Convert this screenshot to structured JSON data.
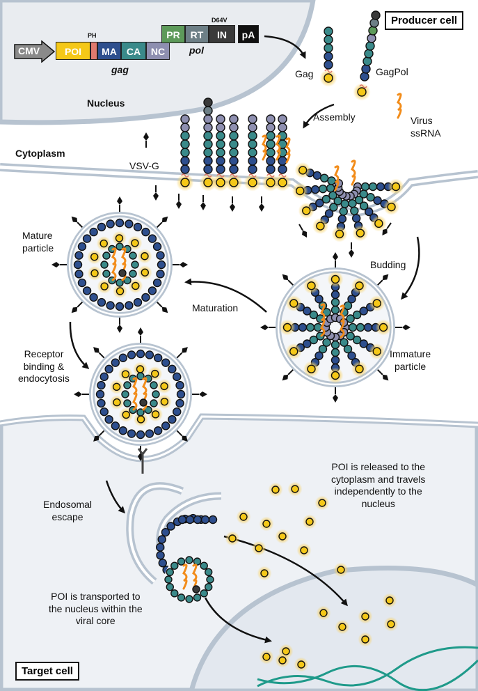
{
  "title_boxes": {
    "producer": "Producer cell",
    "target": "Target cell"
  },
  "construct": {
    "segments": {
      "cmv": "CMV",
      "poi": "POI",
      "ma": "MA",
      "ca": "CA",
      "nc": "NC",
      "pr": "PR",
      "rt": "RT",
      "in": "IN",
      "pa": "pA"
    },
    "ph_label": "PH",
    "mutation_label": "D64V",
    "gag_label": "gag",
    "pol_label": "pol"
  },
  "colors": {
    "poi": "#f5c818",
    "ma": "#2e4f8e",
    "ca": "#3a8a8a",
    "nc": "#8e8fb0",
    "pr": "#5d9a5a",
    "rt": "#6d7f86",
    "in": "#3a3a3a",
    "pa": "#111111",
    "cmv": "#8a8a8a",
    "ph": "#e07a6e",
    "rna": "#f28c1a",
    "membrane": "#b7c3d0",
    "cell_fill": "#eef1f5",
    "dna": "#1f9a8a"
  },
  "labels": {
    "nucleus": "Nucleus",
    "cytoplasm": "Cytoplasm",
    "gag": "Gag",
    "gagpol": "GagPol",
    "assembly": "Assembly",
    "virus_ssrna": "Virus\nssRNA",
    "vsvg": "VSV-G",
    "budding": "Budding",
    "maturation": "Maturation",
    "mature_particle": "Mature\nparticle",
    "immature_particle": "Immature\nparticle",
    "receptor_binding": "Receptor\nbinding &\nendocytosis",
    "endosomal_escape": "Endosomal\nescape",
    "poi_released": "POI is released to the\ncytoplasm and travels\nindependently to the\nnucleus",
    "poi_transported": "POI is transported to\nthe nucleus within the\nviral core"
  },
  "icons": [
    "arrow-icon",
    "glycoprotein-icon",
    "receptor-icon",
    "dna-helix-icon"
  ]
}
